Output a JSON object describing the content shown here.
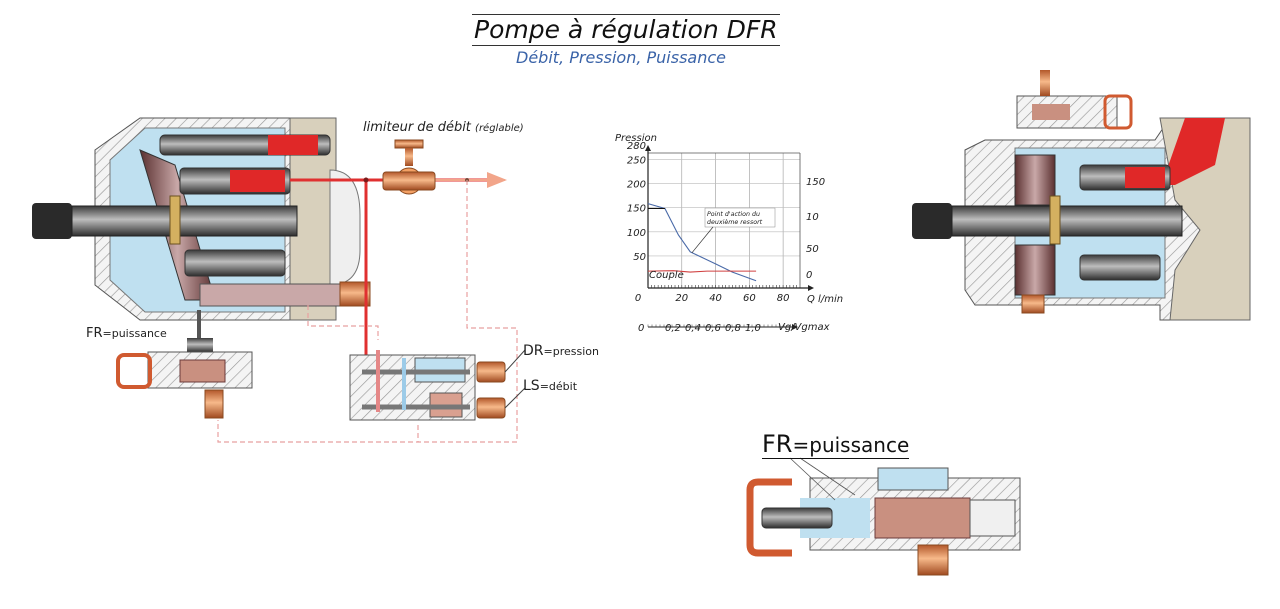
{
  "header": {
    "title": "Pompe à régulation DFR",
    "subtitle": "Débit, Pression, Puissance"
  },
  "labels": {
    "flow_limiter": "limiteur de débit",
    "flow_limiter_note": "(réglable)",
    "fr_small_main": "FR",
    "fr_small_sub": "=puissance",
    "dr_main": "DR",
    "dr_sub": "=pression",
    "ls_main": "LS",
    "ls_sub": "=débit",
    "fr_big_main": "FR",
    "fr_big_sub": "=puissance"
  },
  "colors": {
    "pressure_red": "#e03030",
    "case_blue": "#bfe0f0",
    "copper": "#e8935a",
    "title_blue": "#3a63a8",
    "housing_tan": "#d8d0bc"
  },
  "chart_data": {
    "type": "line",
    "title": "",
    "ylabel": "Pression",
    "xlabel": "Q l/min",
    "secondary_xlabel": "Vg/Vgmax",
    "ylim": [
      0,
      280
    ],
    "y_ticks": [
      "50",
      "100",
      "150",
      "200",
      "250",
      "280"
    ],
    "y2_ticks": [
      "0",
      "50",
      "10",
      "150"
    ],
    "xlim": [
      0,
      90
    ],
    "x_ticks": [
      "0",
      "20",
      "40",
      "60",
      "80"
    ],
    "x2_ticks": [
      "0",
      "0,2",
      "0,4",
      "0,6",
      "0,8",
      "1,0"
    ],
    "grid": true,
    "annotation": "Point d'action du deuxième ressort",
    "couple_label": "Couple",
    "series": [
      {
        "name": "Pression",
        "color": "#4a6aa8",
        "x": [
          0,
          10,
          18,
          25,
          40,
          50,
          64
        ],
        "y": [
          175,
          165,
          110,
          75,
          50,
          33,
          15
        ]
      },
      {
        "name": "Couple",
        "color": "#d04040",
        "x": [
          0,
          15,
          25,
          35,
          50,
          64
        ],
        "y": [
          35,
          36,
          33,
          35,
          35,
          35
        ]
      }
    ],
    "limit_lines": [
      {
        "name": "max-pressure-step",
        "x": [
          0,
          10
        ],
        "y": [
          165,
          165
        ]
      },
      {
        "name": "max-flow-limit",
        "x": [
          64,
          64
        ],
        "y": [
          0,
          35
        ]
      }
    ]
  }
}
